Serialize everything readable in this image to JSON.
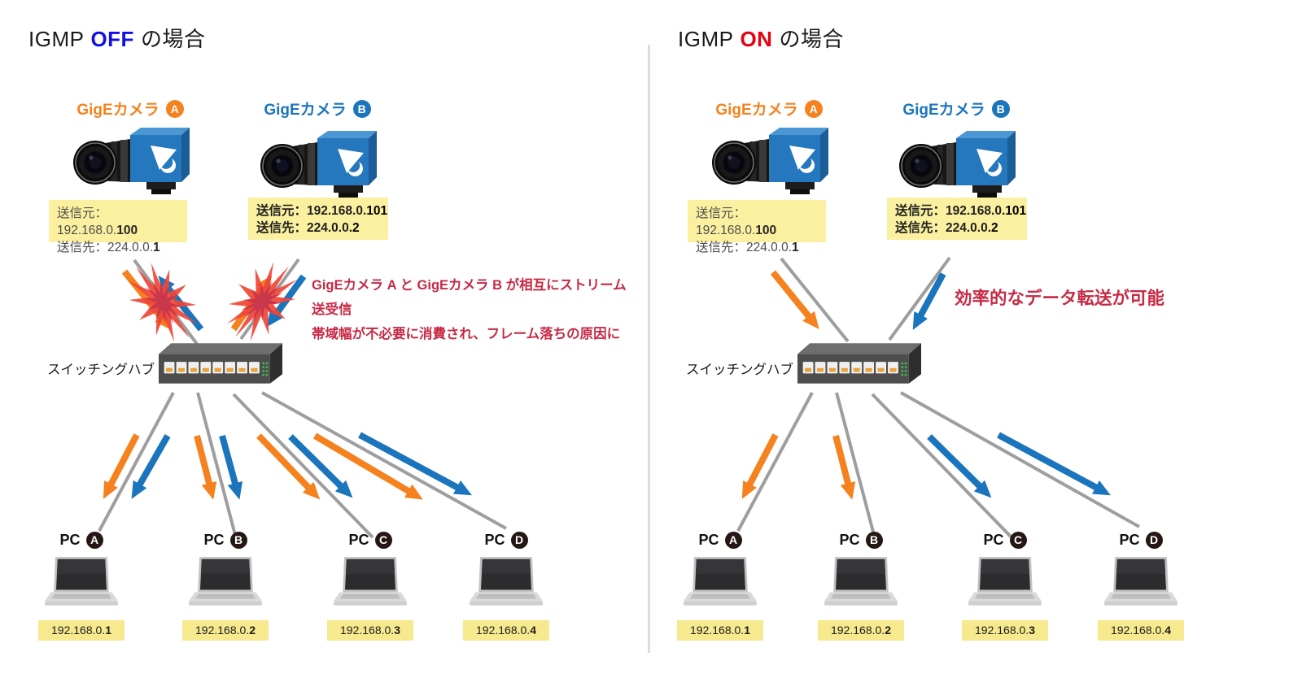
{
  "colors": {
    "camera_a_orange": "#f5821e",
    "camera_b_blue": "#1b75bc",
    "off_blue": "#1310e3",
    "on_red": "#e60012",
    "annotation_red": "#c62a45",
    "link_gray": "#9e9e9e",
    "collision_red": "#ef4537",
    "label_yellow": "#faf0a0"
  },
  "left_panel": {
    "title": {
      "prefix": "IGMP",
      "mode": "OFF",
      "suffix": "の場合"
    },
    "camera_a": {
      "name": "GigEカメラ",
      "badge": "A",
      "src_prefix": "送信元：192.168.0.",
      "src_em": "100",
      "dst_prefix": "送信先：224.0.0.",
      "dst_em": "1"
    },
    "camera_b": {
      "name": "GigEカメラ",
      "badge": "B",
      "src_prefix": "送信元：192.168.0.",
      "src_em": "101",
      "dst_prefix": "送信先：224.0.0.",
      "dst_em": "2"
    },
    "hub_label": "スイッチングハブ",
    "annotation_line1": "GigEカメラ A と GigEカメラ B が相互にストリーム送受信",
    "annotation_line2": "帯域幅が不必要に消費され、フレーム落ちの原因に",
    "pcs": [
      {
        "name": "PC",
        "badge": "A",
        "ip_prefix": "192.168.0.",
        "ip_em": "1"
      },
      {
        "name": "PC",
        "badge": "B",
        "ip_prefix": "192.168.0.",
        "ip_em": "2"
      },
      {
        "name": "PC",
        "badge": "C",
        "ip_prefix": "192.168.0.",
        "ip_em": "3"
      },
      {
        "name": "PC",
        "badge": "D",
        "ip_prefix": "192.168.0.",
        "ip_em": "4"
      }
    ]
  },
  "right_panel": {
    "title": {
      "prefix": "IGMP",
      "mode": "ON",
      "suffix": "の場合"
    },
    "camera_a": {
      "name": "GigEカメラ",
      "badge": "A",
      "src_prefix": "送信元：192.168.0.",
      "src_em": "100",
      "dst_prefix": "送信先：224.0.0.",
      "dst_em": "1"
    },
    "camera_b": {
      "name": "GigEカメラ",
      "badge": "B",
      "src_prefix": "送信元：192.168.0.",
      "src_em": "101",
      "dst_prefix": "送信先：224.0.0.",
      "dst_em": "2"
    },
    "hub_label": "スイッチングハブ",
    "annotation_line1": "効率的なデータ転送が可能",
    "pcs": [
      {
        "name": "PC",
        "badge": "A",
        "ip_prefix": "192.168.0.",
        "ip_em": "1"
      },
      {
        "name": "PC",
        "badge": "B",
        "ip_prefix": "192.168.0.",
        "ip_em": "2"
      },
      {
        "name": "PC",
        "badge": "C",
        "ip_prefix": "192.168.0.",
        "ip_em": "3"
      },
      {
        "name": "PC",
        "badge": "D",
        "ip_prefix": "192.168.0.",
        "ip_em": "4"
      }
    ]
  }
}
